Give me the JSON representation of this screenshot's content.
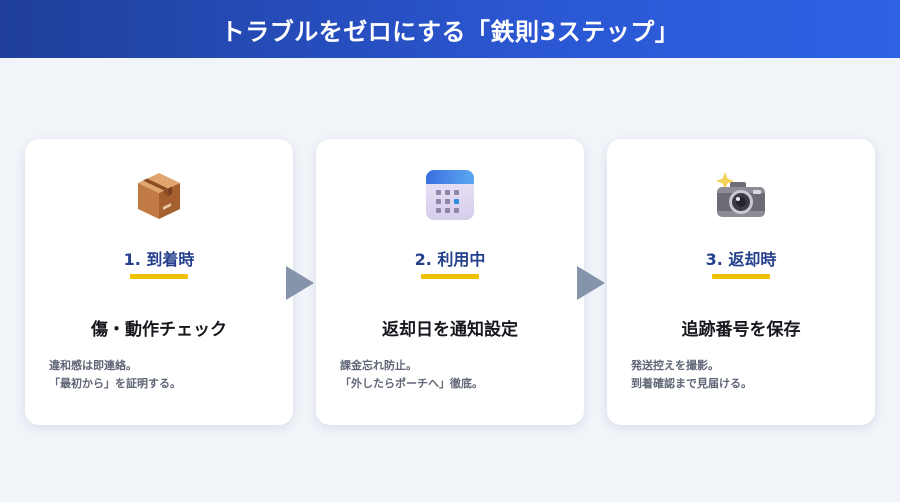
{
  "header": {
    "title": "トラブルをゼロにする「鉄則3ステップ」"
  },
  "colors": {
    "header_gradient_start": "#1f3f99",
    "header_gradient_end": "#2e63e6",
    "step_label": "#243f8c",
    "underline_accent": "#f2c200",
    "arrow": "#8594aa",
    "background": "#f1f4f9"
  },
  "steps": [
    {
      "icon": "package-box-icon",
      "label": "1. 到着時",
      "heading": "傷・動作チェック",
      "desc_lines": [
        "違和感は即連絡。",
        "「最初から」を証明する。"
      ]
    },
    {
      "icon": "calendar-icon",
      "label": "2. 利用中",
      "heading": "返却日を通知設定",
      "desc_lines": [
        "課金忘れ防止。",
        "「外したらポーチへ」徹底。"
      ]
    },
    {
      "icon": "camera-flash-icon",
      "label": "3. 返却時",
      "heading": "追跡番号を保存",
      "desc_lines": [
        "発送控えを撮影。",
        "到着確認まで見届ける。"
      ]
    }
  ]
}
